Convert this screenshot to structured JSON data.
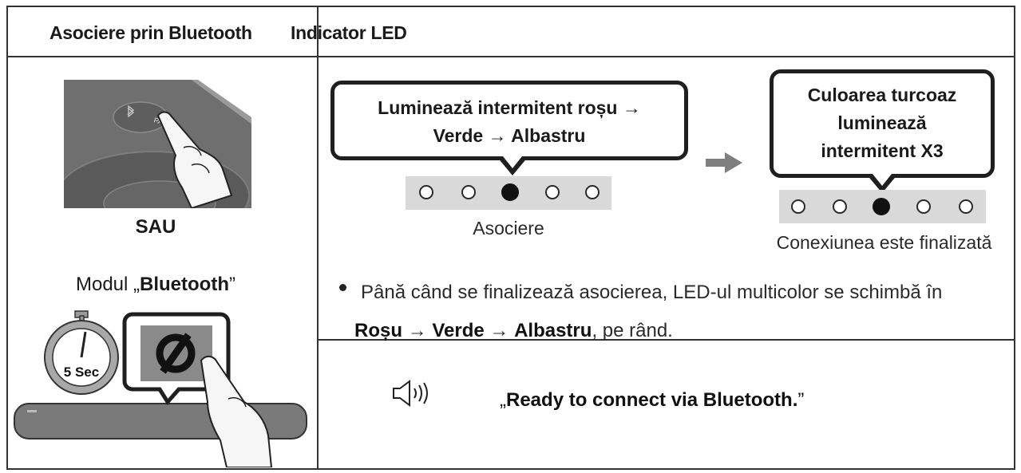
{
  "header": {
    "col1": "Asociere prin Bluetooth",
    "col2": "Indicator LED"
  },
  "left": {
    "pair_label": "PAIR",
    "or_label": "SAU",
    "mode_prefix": "Modul „",
    "mode_name": "Bluetooth",
    "mode_suffix": "”",
    "timer_label": "5 Sec"
  },
  "led_pairing": {
    "bubble_line1": "Luminează intermitent roșu →",
    "bubble_line2": "Verde → Albastru",
    "caption": "Asociere",
    "leds": [
      "off",
      "off",
      "on",
      "off",
      "off"
    ]
  },
  "led_connected": {
    "bubble_line1": "Culoarea turcoaz",
    "bubble_line2": "luminează",
    "bubble_line3": "intermitent X3",
    "caption": "Conexiunea este finalizată",
    "leds": [
      "off",
      "off",
      "on",
      "off",
      "off"
    ]
  },
  "note": {
    "line1": "Până când se finalizează asocierea, LED-ul multicolor se schimbă în",
    "seq_red": "Roșu",
    "arrow": "→",
    "seq_green": "Verde",
    "seq_blue": "Albastru",
    "tail": ", pe rând."
  },
  "voice": {
    "open_quote": "„",
    "message": "Ready to connect via Bluetooth.",
    "close_quote": "”",
    "icon": "speaker-icon"
  },
  "colors": {
    "border": "#333333",
    "led_strip": "#d9d9d9",
    "led_on": "#111111",
    "arrow": "#7f7f7f"
  }
}
